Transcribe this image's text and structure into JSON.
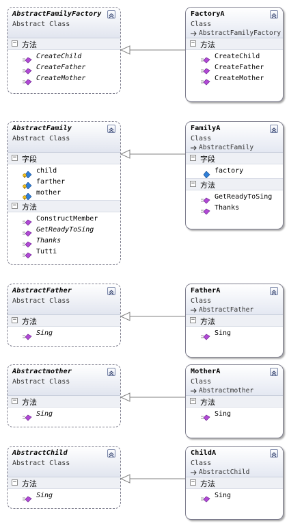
{
  "rows": [
    {
      "abstract": {
        "name": "AbstractFamilyFactory",
        "stereotype": "Abstract Class",
        "sections": [
          {
            "title": "方法",
            "members": [
              {
                "label": "CreateChild",
                "kind": "method",
                "italic": true
              },
              {
                "label": "CreateFather",
                "kind": "method",
                "italic": true
              },
              {
                "label": "CreateMother",
                "kind": "method",
                "italic": true
              }
            ]
          }
        ]
      },
      "concrete": {
        "name": "FactoryA",
        "stereotype": "Class",
        "base": "AbstractFamilyFactory",
        "sections": [
          {
            "title": "方法",
            "members": [
              {
                "label": "CreateChild",
                "kind": "method",
                "italic": false
              },
              {
                "label": "CreateFather",
                "kind": "method",
                "italic": false
              },
              {
                "label": "CreateMother",
                "kind": "method",
                "italic": false
              }
            ]
          }
        ]
      }
    },
    {
      "abstract": {
        "name": "AbstractFamily",
        "stereotype": "Abstract Class",
        "sections": [
          {
            "title": "字段",
            "members": [
              {
                "label": "child",
                "kind": "field-protected",
                "italic": false
              },
              {
                "label": "farther",
                "kind": "field-protected",
                "italic": false
              },
              {
                "label": "mother",
                "kind": "field-protected",
                "italic": false
              }
            ]
          },
          {
            "title": "方法",
            "members": [
              {
                "label": "ConstructMember",
                "kind": "method",
                "italic": false
              },
              {
                "label": "GetReadyToSing",
                "kind": "method",
                "italic": true
              },
              {
                "label": "Thanks",
                "kind": "method",
                "italic": true
              },
              {
                "label": "Tutti",
                "kind": "method",
                "italic": false
              }
            ]
          }
        ]
      },
      "concrete": {
        "name": "FamilyA",
        "stereotype": "Class",
        "base": "AbstractFamily",
        "sections": [
          {
            "title": "字段",
            "members": [
              {
                "label": "factory",
                "kind": "field",
                "italic": false
              }
            ]
          },
          {
            "title": "方法",
            "members": [
              {
                "label": "GetReadyToSing",
                "kind": "method",
                "italic": false
              },
              {
                "label": "Thanks",
                "kind": "method",
                "italic": false
              }
            ]
          }
        ]
      }
    },
    {
      "abstract": {
        "name": "AbstractFather",
        "stereotype": "Abstract Class",
        "sections": [
          {
            "title": "方法",
            "members": [
              {
                "label": "Sing",
                "kind": "method",
                "italic": true
              }
            ]
          }
        ]
      },
      "concrete": {
        "name": "FatherA",
        "stereotype": "Class",
        "base": "AbstractFather",
        "sections": [
          {
            "title": "方法",
            "members": [
              {
                "label": "Sing",
                "kind": "method",
                "italic": false
              }
            ]
          }
        ]
      }
    },
    {
      "abstract": {
        "name": "Abstractmother",
        "stereotype": "Abstract Class",
        "sections": [
          {
            "title": "方法",
            "members": [
              {
                "label": "Sing",
                "kind": "method",
                "italic": true
              }
            ]
          }
        ]
      },
      "concrete": {
        "name": "MotherA",
        "stereotype": "Class",
        "base": "Abstractmother",
        "sections": [
          {
            "title": "方法",
            "members": [
              {
                "label": "Sing",
                "kind": "method",
                "italic": false
              }
            ]
          }
        ]
      }
    },
    {
      "abstract": {
        "name": "AbstractChild",
        "stereotype": "Abstract Class",
        "sections": [
          {
            "title": "方法",
            "members": [
              {
                "label": "Sing",
                "kind": "method",
                "italic": true
              }
            ]
          }
        ]
      },
      "concrete": {
        "name": "ChildA",
        "stereotype": "Class",
        "base": "AbstractChild",
        "sections": [
          {
            "title": "方法",
            "members": [
              {
                "label": "Sing",
                "kind": "method",
                "italic": false
              }
            ]
          }
        ]
      }
    }
  ]
}
